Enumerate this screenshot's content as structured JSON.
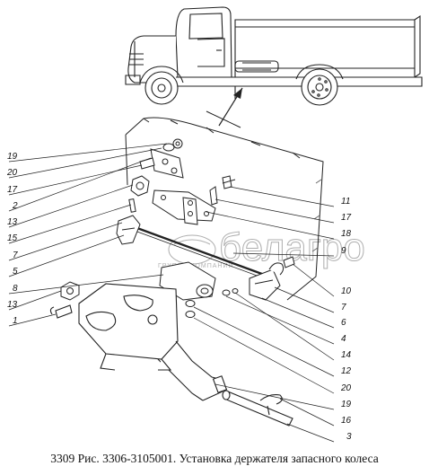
{
  "caption": "3309 Рис. 3306-3105001. Установка держателя запасного колеса",
  "watermark": {
    "brand": "белагро",
    "sub": "ГРУППА КОМПАНИЙ"
  },
  "callouts_left": [
    "19",
    "20",
    "17",
    "2",
    "13",
    "15",
    "7",
    "5",
    "8",
    "13",
    "1"
  ],
  "callouts_right": [
    "11",
    "17",
    "18",
    "9",
    "10",
    "7",
    "6",
    "4",
    "14",
    "12",
    "20",
    "19",
    "16",
    "3"
  ]
}
